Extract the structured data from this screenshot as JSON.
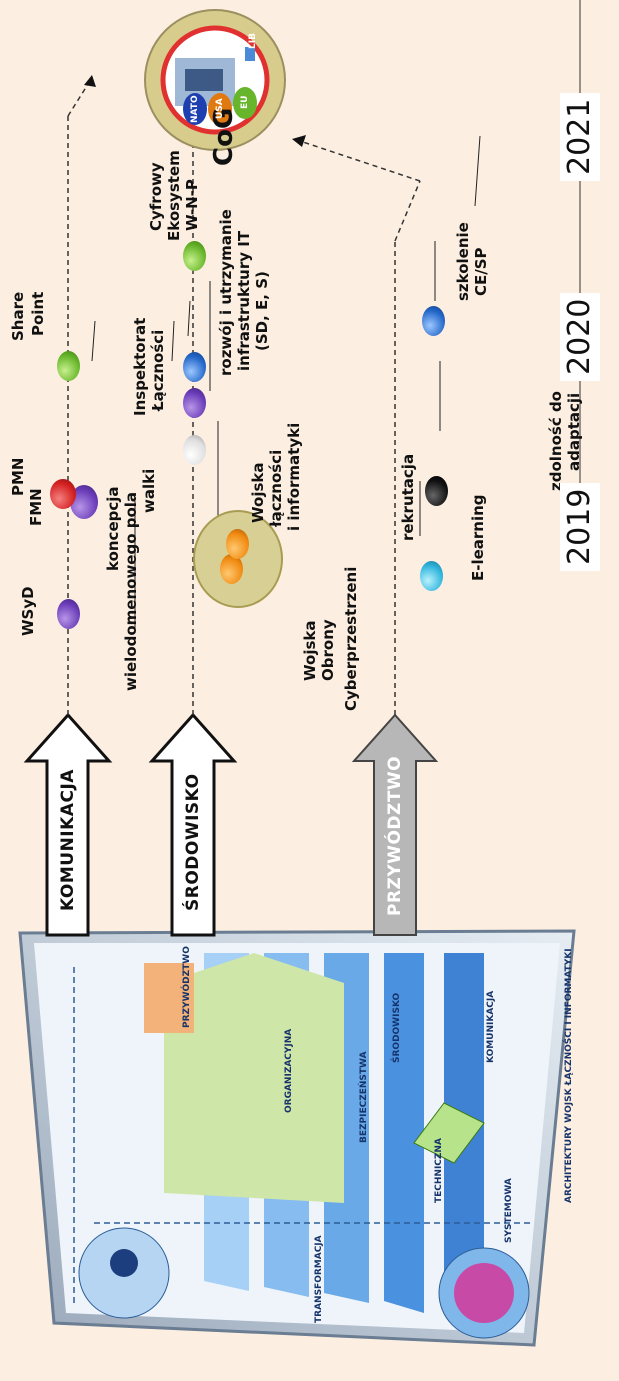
{
  "arrows": {
    "communication": "KOMUNIKACJA",
    "environment": "ŚRODOWISKO",
    "leadership": "PRZYWÓDZTWO"
  },
  "communication_line": {
    "wsyd": "WSyD",
    "fmn": "FMN",
    "pmn": "PMN",
    "concept_1": "koncepcja",
    "concept_2": "wielodomenowego pola",
    "concept_3": "walki",
    "share_1": "Share",
    "share_2": "Point"
  },
  "environment_line": {
    "cyber_1": "Wojska",
    "cyber_2": "Obrony",
    "cyber_3": "Cyberprzestrzeni",
    "signal_1": "Wojska",
    "signal_2": "łączności",
    "signal_3": "i informatyki",
    "insp_1": "Inspektorat",
    "insp_2": "Łączności",
    "it_1": "rozwój i utrzymanie",
    "it_2": "infrastruktury IT",
    "it_3": "(SD, E, S)",
    "eco_1": "Cyfrowy",
    "eco_2": "Ekosystem",
    "eco_3": "W-N-P"
  },
  "leadership_line": {
    "recruit": "rekrutacja",
    "elearning": "E-learning",
    "capability_1": "zdolność do",
    "capability_2": "adaptacji",
    "training_1": "szkolenie",
    "training_2": "CE/SP"
  },
  "cog": {
    "label": "CoG",
    "tag_lib": "LIB",
    "tag_nato": "NATO",
    "tag_usa": "USA",
    "tag_eu": "EU"
  },
  "timeline": {
    "years": [
      "2019",
      "2020",
      "2021"
    ]
  },
  "picture": {
    "title": "ARCHITEKTURY WOJSK ŁĄCZNOŚCI I INFORMATYKI",
    "komunikacja": "KOMUNIKACJA",
    "srodowisko": "ŚRODOWISKO",
    "systemowa": "SYSTEMOWA",
    "techniczna": "TECHNICZNA",
    "bezpieczenstwa": "BEZPIECZEŃSTWA",
    "organizacyjna": "ORGANIZACYJNA",
    "przywodztwo": "PRZYWÓDZTWO",
    "transformacja": "TRANSFORMACJA"
  },
  "colors": {
    "background": "#fcefe1",
    "communication_arrow": "#ffffff",
    "environment_arrow": "#ffffff",
    "leadership_arrow": "#b7b7b7"
  }
}
